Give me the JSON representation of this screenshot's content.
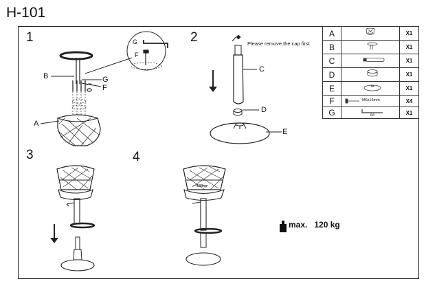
{
  "model": "H-101",
  "steps": [
    "1",
    "2",
    "3",
    "4"
  ],
  "step1": {
    "labels": {
      "B": "B",
      "G": "G",
      "F": "F",
      "A": "A"
    },
    "detail": {
      "G": "G",
      "F": "F"
    }
  },
  "step2": {
    "note": "Please remove the cap first",
    "labels": {
      "C": "C",
      "D": "D",
      "E": "E"
    }
  },
  "step4": {
    "seat_load": "120kg"
  },
  "max_load": {
    "prefix": "max.",
    "value": "120 kg"
  },
  "parts": [
    {
      "letter": "A",
      "qty": "X1",
      "icon": "seat-icon"
    },
    {
      "letter": "B",
      "qty": "X1",
      "icon": "footrest-icon"
    },
    {
      "letter": "C",
      "qty": "X1",
      "icon": "gas-lift-icon"
    },
    {
      "letter": "D",
      "qty": "X1",
      "icon": "cover-ring-icon"
    },
    {
      "letter": "E",
      "qty": "X1",
      "icon": "base-plate-icon"
    },
    {
      "letter": "F",
      "qty": "X4",
      "icon": "bolt-icon",
      "spec": "M6x16mm"
    },
    {
      "letter": "G",
      "qty": "X1",
      "icon": "allen-key-icon",
      "spec": "6#"
    }
  ]
}
